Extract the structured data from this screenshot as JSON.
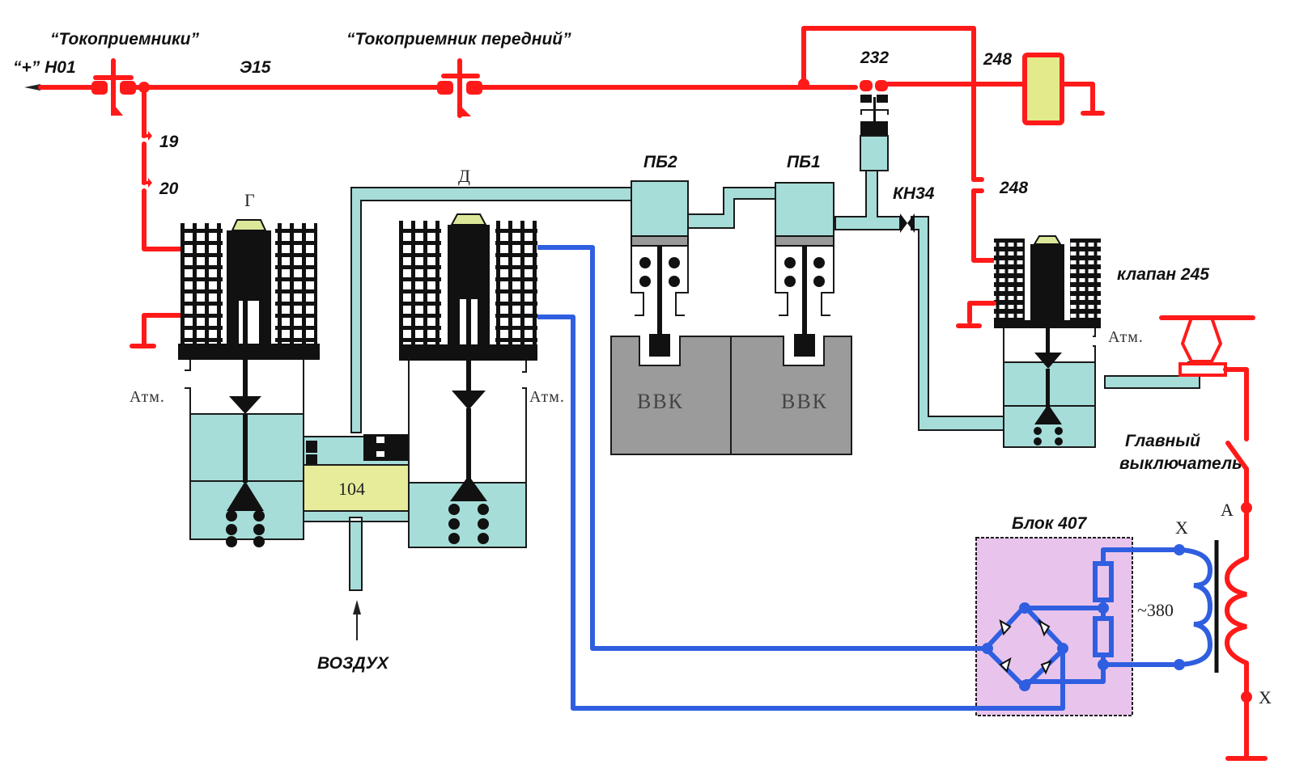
{
  "title": "Схема включения главного выключателя",
  "colors": {
    "electric_positive": "#ff1a1a",
    "electric_control": "#2f5fe0",
    "air": "#a6ddd9",
    "valve_block": "#9b9b9b",
    "unit_407": "#e8c4ec",
    "coil_104": "#e6ec9a"
  },
  "labels": {
    "pantographs": "“Токоприемники”",
    "front_pantograph": "“Токоприемник передний”",
    "plus_h01": "“+” Н01",
    "wire_e15": "Э15",
    "contact_19": "19",
    "contact_20": "20",
    "contact_232": "232",
    "contact_248_top": "248",
    "contact_248_mid": "248",
    "valve_g": "Г",
    "valve_d": "Д",
    "atm_left": "Атм.",
    "atm_mid": "Атм.",
    "atm_right": "Атм.",
    "pb2": "ПБ2",
    "pb1": "ПБ1",
    "kn34": "КН34",
    "bbk_1": "ВВК",
    "bbk_2": "ВВК",
    "valve_104": "104",
    "air_inlet": "ВОЗДУХ",
    "valve_245": "клапан 245",
    "main_switch_line1": "Главный",
    "main_switch_line2": "выключатель",
    "unit_407": "Блок 407",
    "voltage": "~380",
    "terminal_x_left": "Х",
    "terminal_a": "А",
    "terminal_x_right": "Х"
  }
}
